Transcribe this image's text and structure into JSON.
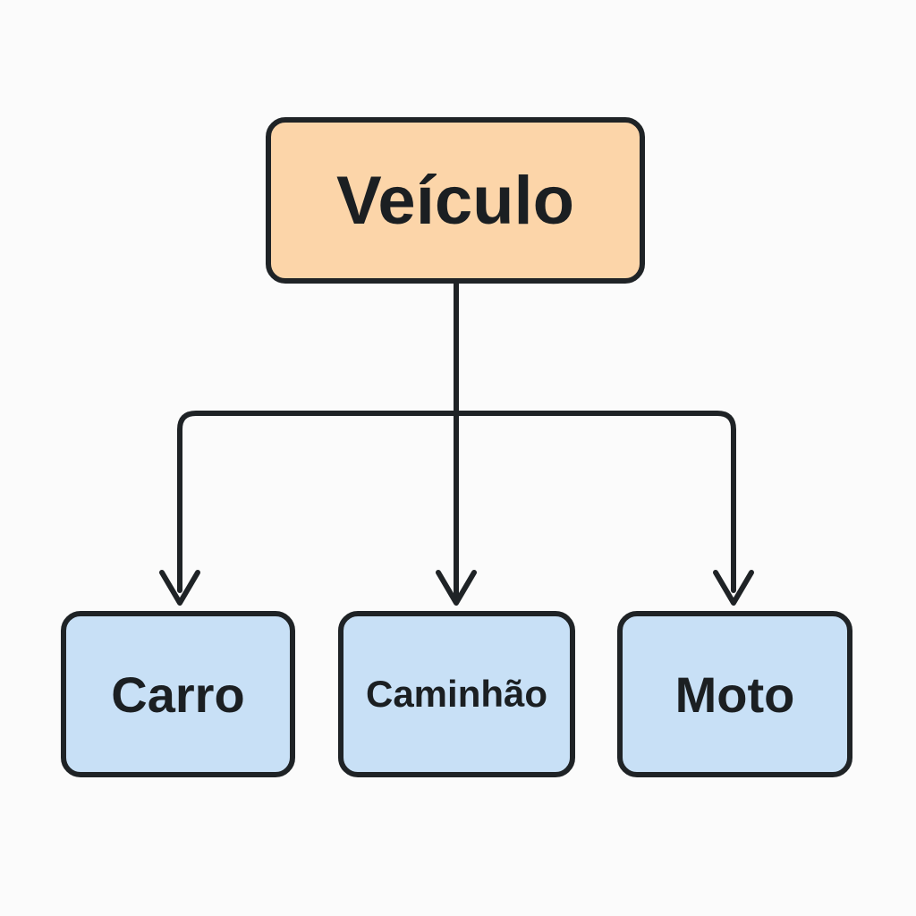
{
  "diagram": {
    "root": {
      "label": "Veículo"
    },
    "children": [
      {
        "id": "carro",
        "label": "Carro"
      },
      {
        "id": "caminhao",
        "label": "Caminhão"
      },
      {
        "id": "moto",
        "label": "Moto"
      }
    ]
  },
  "colors": {
    "root_fill": "#fcd5a9",
    "child_fill": "#c8e0f6",
    "stroke": "#1f2326",
    "text": "#1b1f22",
    "background": "#fbfbfb"
  }
}
